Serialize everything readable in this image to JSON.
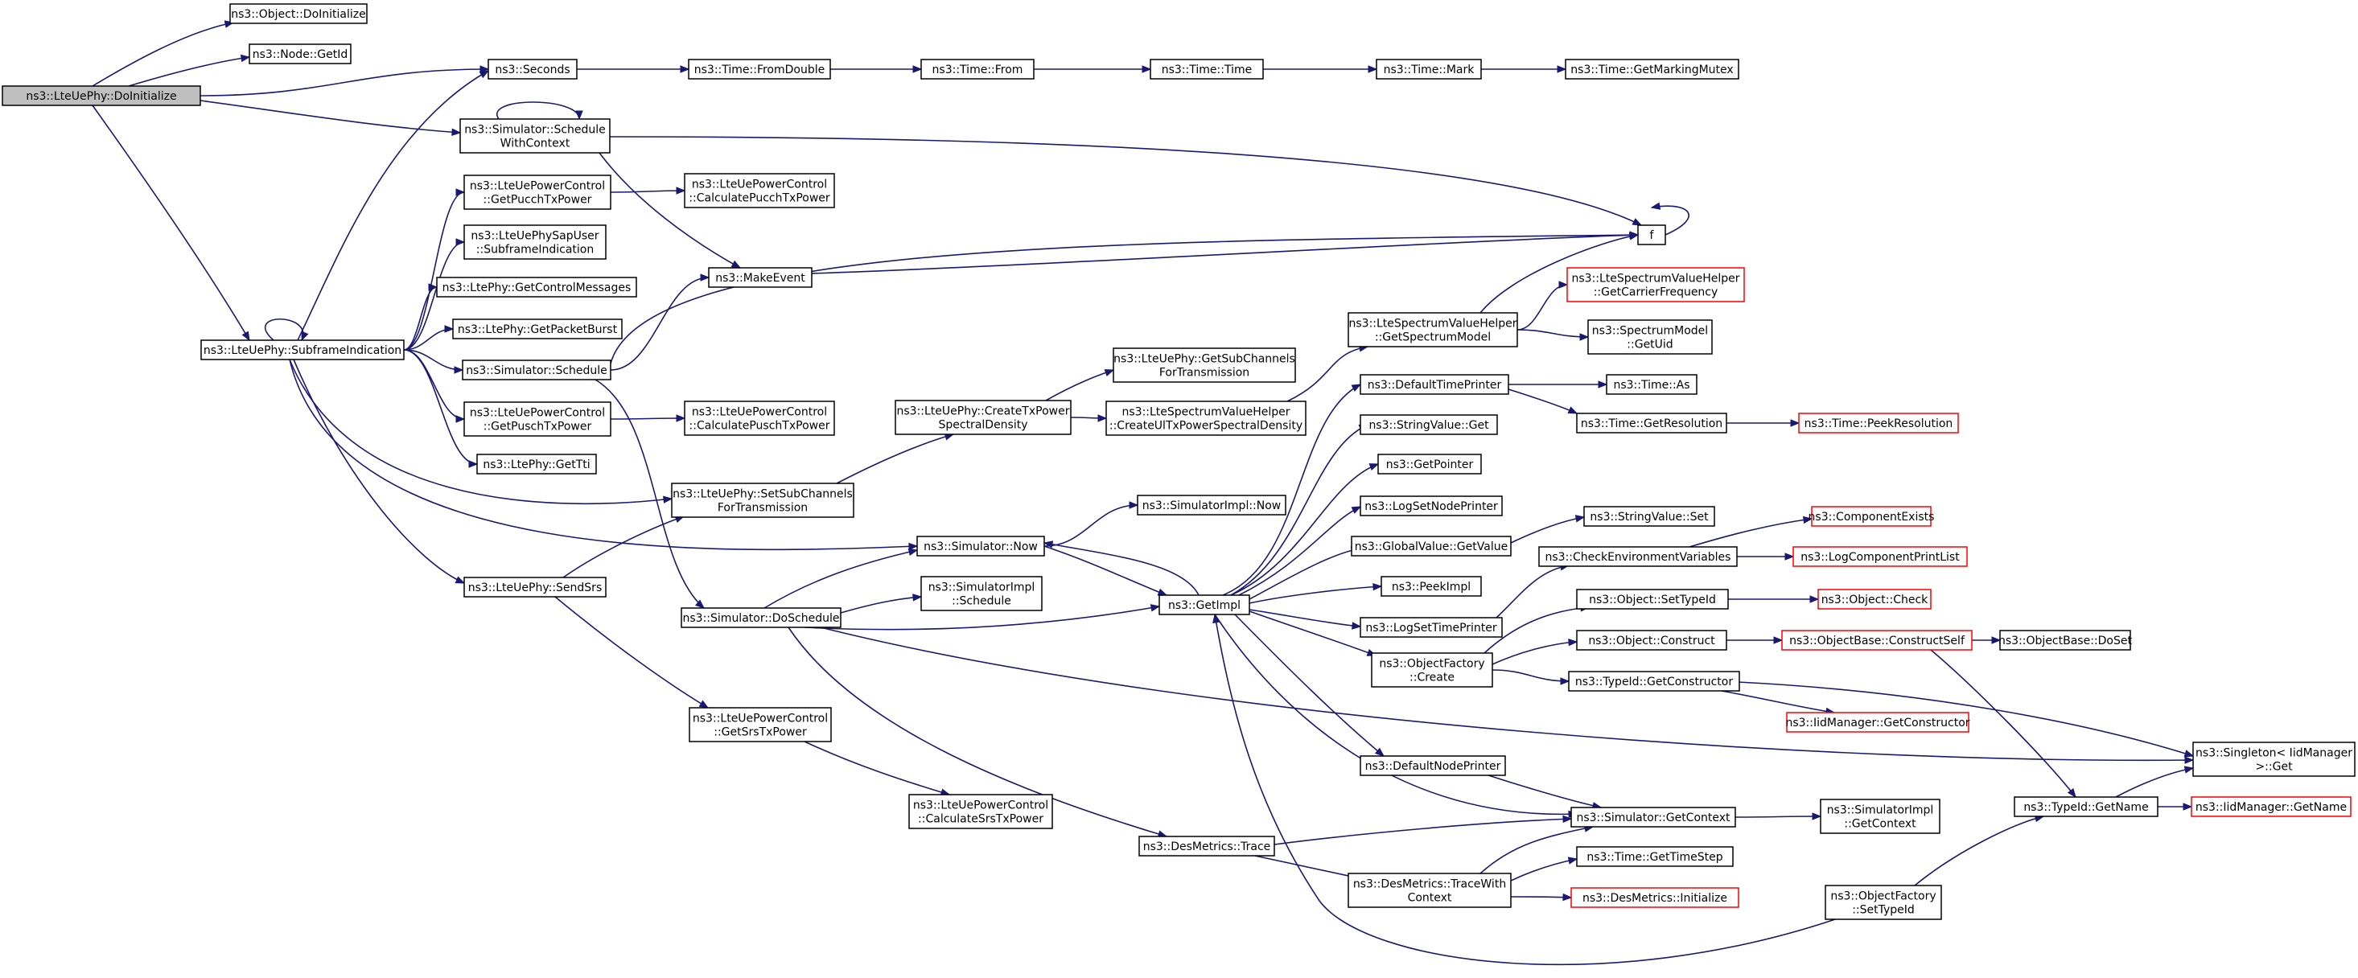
{
  "graph": {
    "edge_color": "#191970",
    "truncated_border_color": "#ff0000",
    "root_fill": "#bfbfbf",
    "nodes": [
      {
        "id": "root",
        "label": [
          "ns3::LteUePhy::DoInitialize"
        ],
        "root": true
      },
      {
        "id": "objinit",
        "label": [
          "ns3::Object::DoInitialize"
        ]
      },
      {
        "id": "nodegetid",
        "label": [
          "ns3::Node::GetId"
        ]
      },
      {
        "id": "seconds",
        "label": [
          "ns3::Seconds"
        ]
      },
      {
        "id": "schedctx",
        "label": [
          "ns3::Simulator::Schedule",
          "WithContext"
        ]
      },
      {
        "id": "subframe",
        "label": [
          "ns3::LteUePhy::SubframeIndication"
        ]
      },
      {
        "id": "fromdouble",
        "label": [
          "ns3::Time::FromDouble"
        ]
      },
      {
        "id": "from",
        "label": [
          "ns3::Time::From"
        ]
      },
      {
        "id": "timetime",
        "label": [
          "ns3::Time::Time"
        ]
      },
      {
        "id": "mark",
        "label": [
          "ns3::Time::Mark"
        ]
      },
      {
        "id": "markmutex",
        "label": [
          "ns3::Time::GetMarkingMutex"
        ]
      },
      {
        "id": "getpucch",
        "label": [
          "ns3::LteUePowerControl",
          "::GetPucchTxPower"
        ]
      },
      {
        "id": "calcpucch",
        "label": [
          "ns3::LteUePowerControl",
          "::CalculatePucchTxPower"
        ]
      },
      {
        "id": "sapuser",
        "label": [
          "ns3::LteUePhySapUser",
          "::SubframeIndication"
        ]
      },
      {
        "id": "getctrlmsg",
        "label": [
          "ns3::LtePhy::GetControlMessages"
        ]
      },
      {
        "id": "getpktburst",
        "label": [
          "ns3::LtePhy::GetPacketBurst"
        ]
      },
      {
        "id": "simschedule",
        "label": [
          "ns3::Simulator::Schedule"
        ]
      },
      {
        "id": "makeevent",
        "label": [
          "ns3::MakeEvent"
        ]
      },
      {
        "id": "f",
        "label": [
          "f"
        ]
      },
      {
        "id": "getpusch",
        "label": [
          "ns3::LteUePowerControl",
          "::GetPuschTxPower"
        ]
      },
      {
        "id": "calcpusch",
        "label": [
          "ns3::LteUePowerControl",
          "::CalculatePuschTxPower"
        ]
      },
      {
        "id": "gettti",
        "label": [
          "ns3::LtePhy::GetTti"
        ]
      },
      {
        "id": "setsubch",
        "label": [
          "ns3::LteUePhy::SetSubChannels",
          "ForTransmission"
        ]
      },
      {
        "id": "sendsrs",
        "label": [
          "ns3::LteUePhy::SendSrs"
        ]
      },
      {
        "id": "getsrs",
        "label": [
          "ns3::LteUePowerControl",
          "::GetSrsTxPower"
        ]
      },
      {
        "id": "calcsrs",
        "label": [
          "ns3::LteUePowerControl",
          "::CalculateSrsTxPower"
        ]
      },
      {
        "id": "createtxpsd",
        "label": [
          "ns3::LteUePhy::CreateTxPower",
          "SpectralDensity"
        ]
      },
      {
        "id": "getsubch",
        "label": [
          "ns3::LteUePhy::GetSubChannels",
          "ForTransmission"
        ]
      },
      {
        "id": "createulpsd",
        "label": [
          "ns3::LteSpectrumValueHelper",
          "::CreateUlTxPowerSpectralDensity"
        ]
      },
      {
        "id": "getspecmodel",
        "label": [
          "ns3::LteSpectrumValueHelper",
          "::GetSpectrumModel"
        ]
      },
      {
        "id": "getcarrier",
        "label": [
          "ns3::LteSpectrumValueHelper",
          "::GetCarrierFrequency"
        ],
        "trunc": true
      },
      {
        "id": "specuid",
        "label": [
          "ns3::SpectrumModel",
          "::GetUid"
        ]
      },
      {
        "id": "simnow",
        "label": [
          "ns3::Simulator::Now"
        ]
      },
      {
        "id": "simimplnow",
        "label": [
          "ns3::SimulatorImpl::Now"
        ]
      },
      {
        "id": "simimplsched",
        "label": [
          "ns3::SimulatorImpl",
          "::Schedule"
        ]
      },
      {
        "id": "doschedule",
        "label": [
          "ns3::Simulator::DoSchedule"
        ]
      },
      {
        "id": "getimpl",
        "label": [
          "ns3::GetImpl"
        ]
      },
      {
        "id": "deftimeprinter",
        "label": [
          "ns3::DefaultTimePrinter"
        ]
      },
      {
        "id": "timeas",
        "label": [
          "ns3::Time::As"
        ]
      },
      {
        "id": "getres",
        "label": [
          "ns3::Time::GetResolution"
        ]
      },
      {
        "id": "peekres",
        "label": [
          "ns3::Time::PeekResolution"
        ],
        "trunc": true
      },
      {
        "id": "strvalget",
        "label": [
          "ns3::StringValue::Get"
        ]
      },
      {
        "id": "getpointer",
        "label": [
          "ns3::GetPointer"
        ]
      },
      {
        "id": "logsetnode",
        "label": [
          "ns3::LogSetNodePrinter"
        ]
      },
      {
        "id": "globalvalget",
        "label": [
          "ns3::GlobalValue::GetValue"
        ]
      },
      {
        "id": "strvalset",
        "label": [
          "ns3::StringValue::Set"
        ]
      },
      {
        "id": "compexists",
        "label": [
          "ns3::ComponentExists"
        ],
        "trunc": true
      },
      {
        "id": "checkenv",
        "label": [
          "ns3::CheckEnvironmentVariables"
        ]
      },
      {
        "id": "logcomplist",
        "label": [
          "ns3::LogComponentPrintList"
        ],
        "trunc": true
      },
      {
        "id": "peekimpl",
        "label": [
          "ns3::PeekImpl"
        ]
      },
      {
        "id": "logsettime",
        "label": [
          "ns3::LogSetTimePrinter"
        ]
      },
      {
        "id": "settypeid",
        "label": [
          "ns3::Object::SetTypeId"
        ]
      },
      {
        "id": "objcheck",
        "label": [
          "ns3::Object::Check"
        ],
        "trunc": true
      },
      {
        "id": "objfactcreate",
        "label": [
          "ns3::ObjectFactory",
          "::Create"
        ]
      },
      {
        "id": "objconstruct",
        "label": [
          "ns3::Object::Construct"
        ]
      },
      {
        "id": "constructself",
        "label": [
          "ns3::ObjectBase::ConstructSelf"
        ],
        "trunc": true
      },
      {
        "id": "doset",
        "label": [
          "ns3::ObjectBase::DoSet"
        ]
      },
      {
        "id": "typeidgetctor",
        "label": [
          "ns3::TypeId::GetConstructor"
        ]
      },
      {
        "id": "iidgetctor",
        "label": [
          "ns3::IidManager::GetConstructor"
        ],
        "trunc": true
      },
      {
        "id": "singleton",
        "label": [
          "ns3::Singleton< IidManager",
          ">::Get"
        ]
      },
      {
        "id": "defnodeprinter",
        "label": [
          "ns3::DefaultNodePrinter"
        ]
      },
      {
        "id": "simgetctx",
        "label": [
          "ns3::Simulator::GetContext"
        ]
      },
      {
        "id": "simimplgetctx",
        "label": [
          "ns3::SimulatorImpl",
          "::GetContext"
        ]
      },
      {
        "id": "typeidgetname",
        "label": [
          "ns3::TypeId::GetName"
        ]
      },
      {
        "id": "iidgetname",
        "label": [
          "ns3::IidManager::GetName"
        ],
        "trunc": true
      },
      {
        "id": "desmtrace",
        "label": [
          "ns3::DesMetrics::Trace"
        ]
      },
      {
        "id": "desmtracewith",
        "label": [
          "ns3::DesMetrics::TraceWith",
          "Context"
        ]
      },
      {
        "id": "timestep",
        "label": [
          "ns3::Time::GetTimeStep"
        ]
      },
      {
        "id": "desminit",
        "label": [
          "ns3::DesMetrics::Initialize"
        ],
        "trunc": true
      },
      {
        "id": "objfactsettid",
        "label": [
          "ns3::ObjectFactory",
          "::SetTypeId"
        ]
      }
    ],
    "edges": [
      [
        "root",
        "objinit"
      ],
      [
        "root",
        "nodegetid"
      ],
      [
        "root",
        "seconds"
      ],
      [
        "root",
        "schedctx"
      ],
      [
        "root",
        "subframe"
      ],
      [
        "seconds",
        "fromdouble"
      ],
      [
        "fromdouble",
        "from"
      ],
      [
        "from",
        "timetime"
      ],
      [
        "timetime",
        "mark"
      ],
      [
        "mark",
        "markmutex"
      ],
      [
        "schedctx",
        "schedctx"
      ],
      [
        "schedctx",
        "f"
      ],
      [
        "schedctx",
        "makeevent"
      ],
      [
        "subframe",
        "subframe"
      ],
      [
        "subframe",
        "seconds"
      ],
      [
        "subframe",
        "getpucch"
      ],
      [
        "subframe",
        "sapuser"
      ],
      [
        "subframe",
        "getctrlmsg"
      ],
      [
        "subframe",
        "getpktburst"
      ],
      [
        "subframe",
        "simschedule"
      ],
      [
        "subframe",
        "getpusch"
      ],
      [
        "subframe",
        "gettti"
      ],
      [
        "subframe",
        "setsubch"
      ],
      [
        "subframe",
        "simnow"
      ],
      [
        "subframe",
        "sendsrs"
      ],
      [
        "getpucch",
        "calcpucch"
      ],
      [
        "getpusch",
        "calcpusch"
      ],
      [
        "simschedule",
        "makeevent"
      ],
      [
        "simschedule",
        "f"
      ],
      [
        "simschedule",
        "doschedule"
      ],
      [
        "makeevent",
        "f"
      ],
      [
        "f",
        "f"
      ],
      [
        "sendsrs",
        "setsubch"
      ],
      [
        "sendsrs",
        "getsrs"
      ],
      [
        "getsrs",
        "calcsrs"
      ],
      [
        "setsubch",
        "createtxpsd"
      ],
      [
        "createtxpsd",
        "getsubch"
      ],
      [
        "createtxpsd",
        "createulpsd"
      ],
      [
        "createulpsd",
        "getspecmodel"
      ],
      [
        "getspecmodel",
        "getcarrier"
      ],
      [
        "getspecmodel",
        "specuid"
      ],
      [
        "getspecmodel",
        "f"
      ],
      [
        "doschedule",
        "simnow"
      ],
      [
        "doschedule",
        "simimplsched"
      ],
      [
        "doschedule",
        "getimpl"
      ],
      [
        "doschedule",
        "singleton"
      ],
      [
        "doschedule",
        "desmtrace"
      ],
      [
        "simnow",
        "simimplnow"
      ],
      [
        "simnow",
        "getimpl"
      ],
      [
        "getimpl",
        "simnow"
      ],
      [
        "getimpl",
        "deftimeprinter"
      ],
      [
        "getimpl",
        "strvalget"
      ],
      [
        "getimpl",
        "getpointer"
      ],
      [
        "getimpl",
        "logsetnode"
      ],
      [
        "getimpl",
        "globalvalget"
      ],
      [
        "getimpl",
        "peekimpl"
      ],
      [
        "getimpl",
        "logsettime"
      ],
      [
        "getimpl",
        "objfactcreate"
      ],
      [
        "getimpl",
        "defnodeprinter"
      ],
      [
        "getimpl",
        "simgetctx"
      ],
      [
        "deftimeprinter",
        "timeas"
      ],
      [
        "deftimeprinter",
        "getres"
      ],
      [
        "getres",
        "peekres"
      ],
      [
        "globalvalget",
        "strvalset"
      ],
      [
        "logsettime",
        "checkenv"
      ],
      [
        "checkenv",
        "compexists"
      ],
      [
        "checkenv",
        "logcomplist"
      ],
      [
        "objfactcreate",
        "settypeid"
      ],
      [
        "objfactcreate",
        "objconstruct"
      ],
      [
        "objfactcreate",
        "typeidgetctor"
      ],
      [
        "settypeid",
        "objcheck"
      ],
      [
        "objconstruct",
        "constructself"
      ],
      [
        "constructself",
        "doset"
      ],
      [
        "constructself",
        "typeidgetname"
      ],
      [
        "typeidgetctor",
        "iidgetctor"
      ],
      [
        "typeidgetctor",
        "singleton"
      ],
      [
        "defnodeprinter",
        "simgetctx"
      ],
      [
        "simgetctx",
        "simimplgetctx"
      ],
      [
        "typeidgetname",
        "singleton"
      ],
      [
        "typeidgetname",
        "iidgetname"
      ],
      [
        "desmtrace",
        "simgetctx"
      ],
      [
        "desmtrace",
        "desmtracewith"
      ],
      [
        "desmtracewith",
        "simgetctx"
      ],
      [
        "desmtracewith",
        "timestep"
      ],
      [
        "desmtracewith",
        "desminit"
      ],
      [
        "objfactsettid",
        "getimpl"
      ],
      [
        "objfactsettid",
        "typeidgetname"
      ]
    ]
  }
}
